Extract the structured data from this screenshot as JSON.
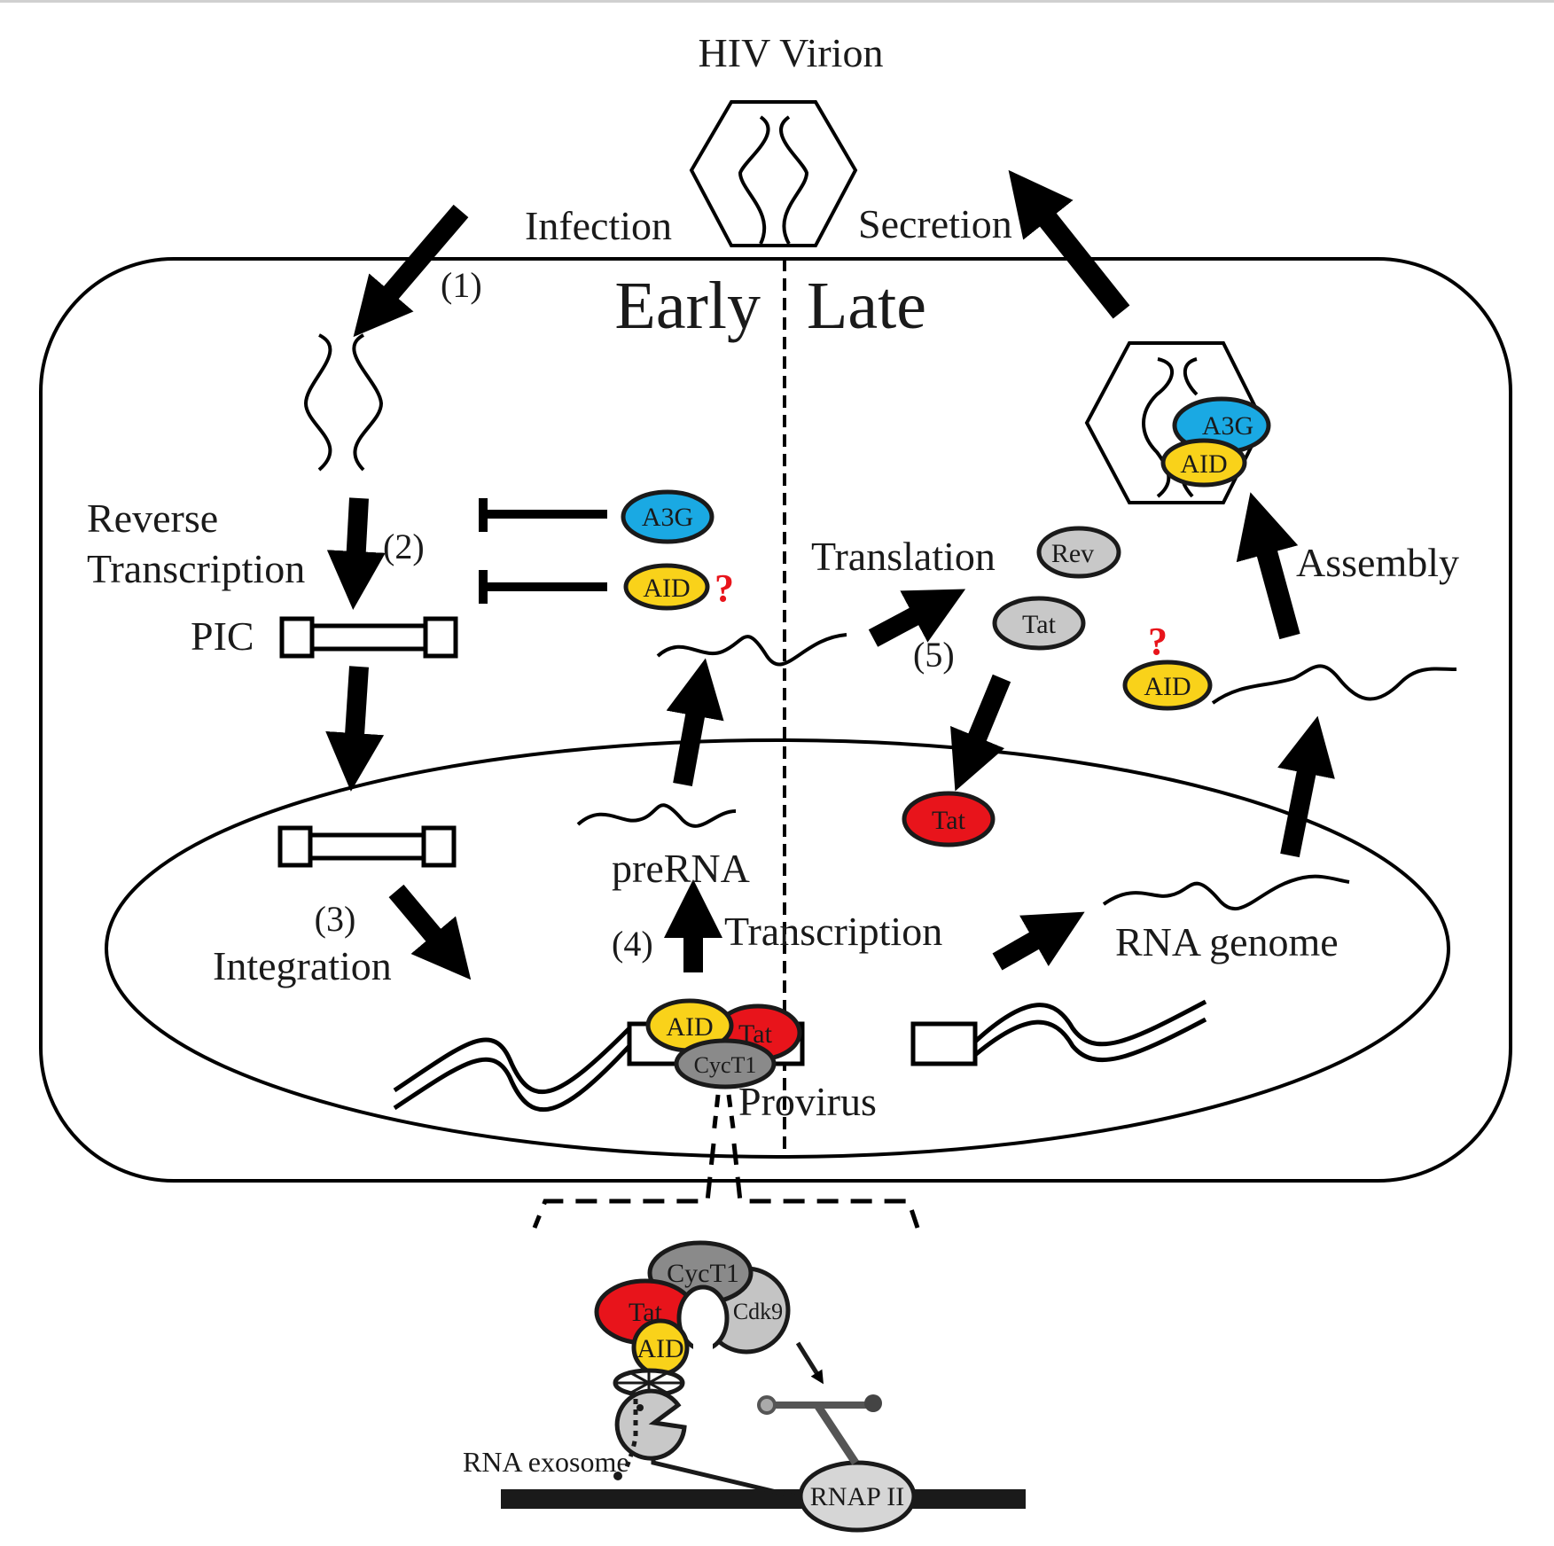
{
  "title": "HIV Virion",
  "steps": {
    "infection": "Infection",
    "secretion": "Secretion",
    "early": "Early",
    "late": "Late",
    "s1": "(1)",
    "s2": "(2)",
    "s3": "(3)",
    "s4": "(4)",
    "s5": "(5)",
    "reverse": "Reverse",
    "transcription_rt": "Transcription",
    "pic": "PIC",
    "integration": "Integration",
    "prerna": "preRNA",
    "transcription": "Transcription",
    "translation": "Translation",
    "assembly": "Assembly",
    "rna_genome": "RNA genome",
    "provirus": "Provirus",
    "rna_exosome": "RNA exosome"
  },
  "proteins": {
    "a3g": "A3G",
    "aid": "AID",
    "tat": "Tat",
    "rev": "Rev",
    "cyct1": "CycT1",
    "cdk9": "Cdk9",
    "rnap": "RNAP II",
    "question": "?"
  },
  "colors": {
    "a3g": "#1aa9e3",
    "aid": "#f9d21a",
    "tat_nuclear": "#e8141b",
    "tat_cyto": "#c8c8c8",
    "rev": "#c8c8c8",
    "cyct1": "#8a8a8a",
    "cdk9": "#c4c4c4",
    "rnap": "#d6d6d6",
    "question": "#e8141b"
  }
}
